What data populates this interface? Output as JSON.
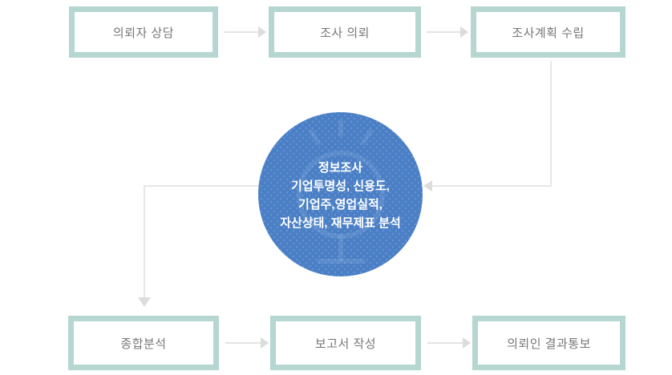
{
  "flow": {
    "top_row": [
      {
        "label": "의뢰자 상담"
      },
      {
        "label": "조사 의뢰"
      },
      {
        "label": "조사계획 수립"
      }
    ],
    "bottom_row": [
      {
        "label": "종합분석"
      },
      {
        "label": "보고서 작성"
      },
      {
        "label": "의뢰인 결과통보"
      }
    ],
    "center_circle": {
      "lines": [
        "정보조사",
        "기업투명성, 신용도,",
        "기업주,영업실적,",
        "자산상태, 재무제표 분석"
      ]
    }
  },
  "colors": {
    "box_border": "#b5d6d1",
    "box_text": "#777777",
    "arrow_line": "#e3e3e3",
    "arrow_head": "#dcdcdc",
    "circle_background": "#4a7fc6",
    "circle_text": "#ffffff"
  },
  "icons": {
    "circle_background_icon": "lightbulb-icon"
  }
}
